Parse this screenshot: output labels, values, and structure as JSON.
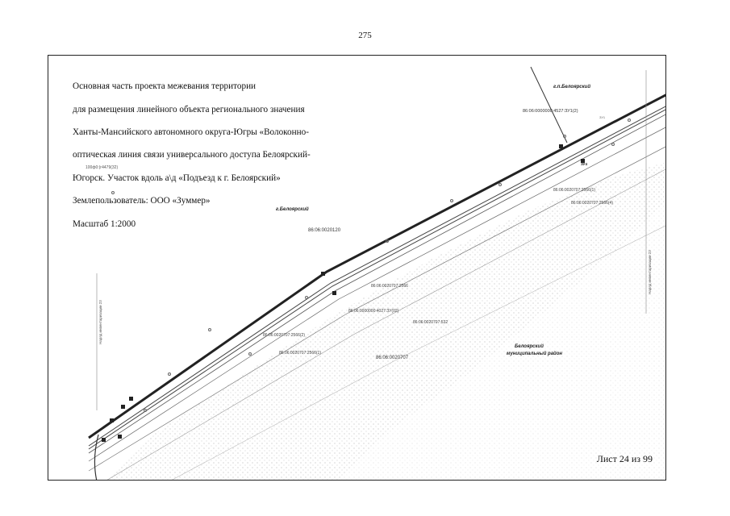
{
  "page_number": "275",
  "title_block": {
    "lines": [
      "Основная часть проекта межевания территории",
      "для размещения линейного объекта  регионального значения",
      "Ханты-Мансийского автономного округа-Югры «Волоконно-",
      "оптическая линия связи универсального доступа Белоярский-",
      "Югорск. Участок вдоль а\\д «Подъезд к г. Белоярский»",
      "Землепользователь: ООО «Зуммер»",
      "Масштаб 1:2000"
    ]
  },
  "sheet_label": "Лист 24 из 99",
  "map_labels": {
    "place_main": "г.Белоярский",
    "place_top": "г.п.Белоярский",
    "district_line1": "Белоярский",
    "district_line2": "муниципальный район",
    "parcel_main": "86:06:0020120",
    "parcel_lower": "86:06:0020707",
    "parcel_top": "86:06:0000000:4527:ЗУ1(2)",
    "parcel_upper_left": "100ф0:(г4479(32)",
    "parcel_a": "86:06:0020707:2566(1)",
    "parcel_b": "86:06:0020707:2566(4)",
    "parcel_c": "86:06:0020707:2566",
    "parcel_d": "86:06:0000000:4027:ЗУ(02)",
    "parcel_e": "86:06:0020707:2566(2)",
    "parcel_f": "86:06:0020707:2566(1)",
    "parcel_g": "86:06:0020707:532",
    "vertical_left": "Наряд инвентаризации 23",
    "vertical_right": "Наряд инвентаризации 23",
    "marker_top": "ЗУ4",
    "marker_mid": "ЗУ1"
  }
}
